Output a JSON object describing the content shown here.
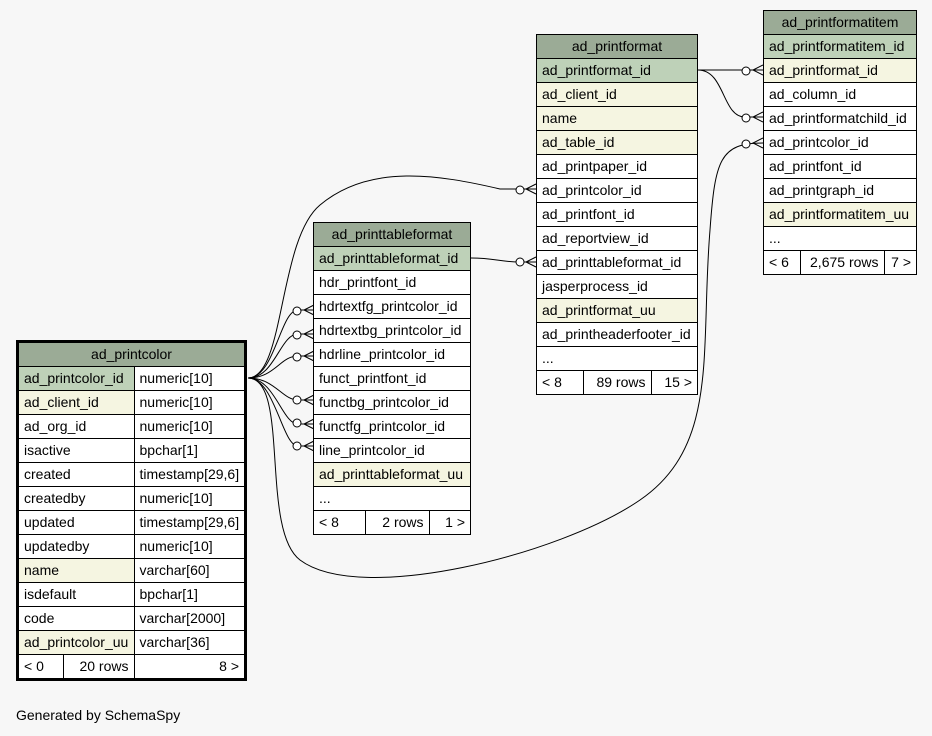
{
  "tables": {
    "ad_printcolor": {
      "name": "ad_printcolor",
      "columns": [
        {
          "name": "ad_printcolor_id",
          "type": "numeric[10]"
        },
        {
          "name": "ad_client_id",
          "type": "numeric[10]"
        },
        {
          "name": "ad_org_id",
          "type": "numeric[10]"
        },
        {
          "name": "isactive",
          "type": "bpchar[1]"
        },
        {
          "name": "created",
          "type": "timestamp[29,6]"
        },
        {
          "name": "createdby",
          "type": "numeric[10]"
        },
        {
          "name": "updated",
          "type": "timestamp[29,6]"
        },
        {
          "name": "updatedby",
          "type": "numeric[10]"
        },
        {
          "name": "name",
          "type": "varchar[60]"
        },
        {
          "name": "isdefault",
          "type": "bpchar[1]"
        },
        {
          "name": "code",
          "type": "varchar[2000]"
        },
        {
          "name": "ad_printcolor_uu",
          "type": "varchar[36]"
        }
      ],
      "footer": {
        "parents": "< 0",
        "rows": "20 rows",
        "children": "8 >"
      }
    },
    "ad_printtableformat": {
      "name": "ad_printtableformat",
      "columns": [
        "ad_printtableformat_id",
        "hdr_printfont_id",
        "hdrtextfg_printcolor_id",
        "hdrtextbg_printcolor_id",
        "hdrline_printcolor_id",
        "funct_printfont_id",
        "functbg_printcolor_id",
        "functfg_printcolor_id",
        "line_printcolor_id",
        "ad_printtableformat_uu",
        "..."
      ],
      "footer": {
        "parents": "< 8",
        "rows": "2 rows",
        "children": "1 >"
      }
    },
    "ad_printformat": {
      "name": "ad_printformat",
      "columns": [
        "ad_printformat_id",
        "ad_client_id",
        "name",
        "ad_table_id",
        "ad_printpaper_id",
        "ad_printcolor_id",
        "ad_printfont_id",
        "ad_reportview_id",
        "ad_printtableformat_id",
        "jasperprocess_id",
        "ad_printformat_uu",
        "ad_printheaderfooter_id",
        "..."
      ],
      "footer": {
        "parents": "< 8",
        "rows": "89 rows",
        "children": "15 >"
      }
    },
    "ad_printformatitem": {
      "name": "ad_printformatitem",
      "columns": [
        "ad_printformatitem_id",
        "ad_printformat_id",
        "ad_column_id",
        "ad_printformatchild_id",
        "ad_printcolor_id",
        "ad_printfont_id",
        "ad_printgraph_id",
        "ad_printformatitem_uu",
        "..."
      ],
      "footer": {
        "parents": "< 6",
        "rows": "2,675 rows",
        "children": "7 >"
      }
    }
  },
  "colors": {
    "header": "#9bab96",
    "primary_key": "#bed1b8",
    "indexed": "#f5f5e1",
    "background": "#f7f7f7"
  },
  "footer_text": "Generated by SchemaSpy"
}
